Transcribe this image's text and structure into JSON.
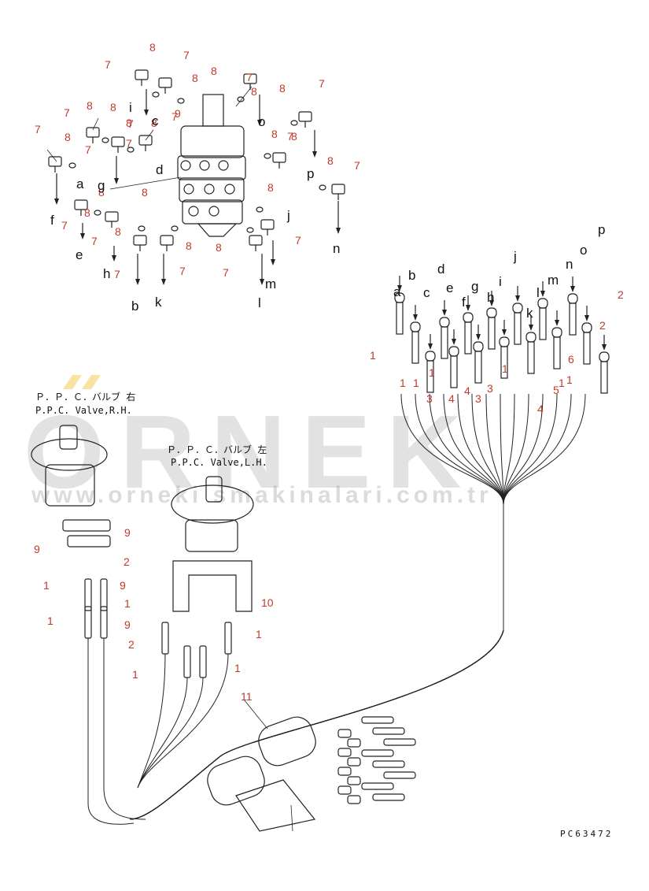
{
  "watermark": {
    "word": "ORNEK",
    "url": "www.orneki smakinalari.com.tr"
  },
  "valve_right": {
    "title_jp": "Ｐ．Ｐ．Ｃ．バルブ 右",
    "title_en": "P.P.C. Valve,R.H."
  },
  "valve_left": {
    "title_jp": "Ｐ．Ｐ．Ｃ．バルブ 左",
    "title_en": "P.P.C. Valve,L.H."
  },
  "code": "PC63472",
  "colors": {
    "line": "#222222",
    "part_number": "#c0392b",
    "watermark": "#9a9a9a",
    "watermark_accent": "#f2c744"
  },
  "part_numbers": [
    "1",
    "1",
    "1",
    "1",
    "1",
    "1",
    "1",
    "1",
    "1",
    "1",
    "1",
    "1",
    "1",
    "2",
    "2",
    "2",
    "2",
    "3",
    "3",
    "3",
    "4",
    "4",
    "4",
    "5",
    "6",
    "7",
    "7",
    "7",
    "7",
    "7",
    "7",
    "7",
    "7",
    "7",
    "7",
    "7",
    "7",
    "7",
    "7",
    "7",
    "7",
    "7",
    "7",
    "8",
    "8",
    "8",
    "8",
    "8",
    "8",
    "8",
    "8",
    "8",
    "8",
    "8",
    "8",
    "8",
    "8",
    "8",
    "8",
    "8",
    "8",
    "8",
    "8",
    "9",
    "9",
    "9",
    "9",
    "9",
    "10",
    "11"
  ],
  "port_letters_top": [
    "a",
    "b",
    "c",
    "d",
    "e",
    "f",
    "g",
    "h",
    "i",
    "j",
    "k",
    "l",
    "m",
    "n",
    "o",
    "p"
  ],
  "hose_letters": [
    "a",
    "b",
    "c",
    "d",
    "e",
    "f",
    "g",
    "h",
    "i",
    "j",
    "k",
    "l",
    "m",
    "n",
    "o",
    "p"
  ]
}
